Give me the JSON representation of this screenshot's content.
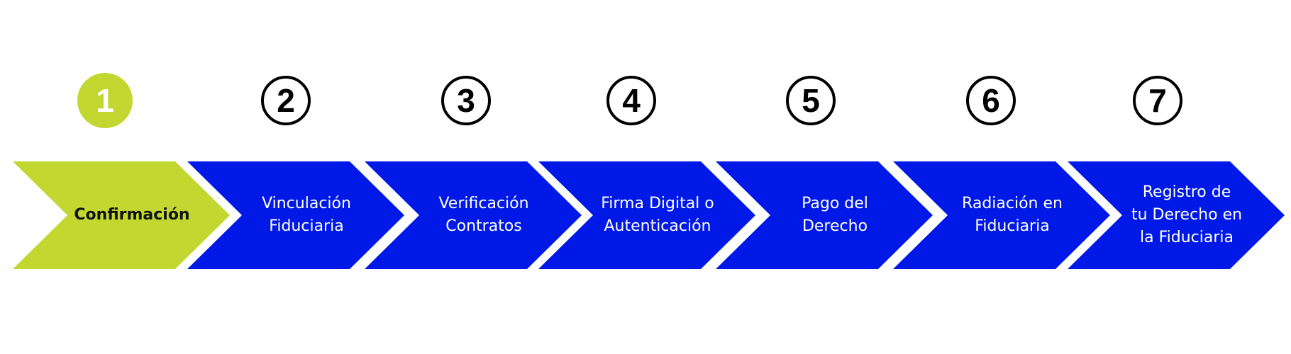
{
  "colors": {
    "active_fill": "#c2d830",
    "step_fill": "#0019e6",
    "badge_border": "#000000",
    "label_text": "#ffffff",
    "active_label_text": "#111111"
  },
  "steps": [
    {
      "number": "1",
      "label": "Confirmación",
      "active": true
    },
    {
      "number": "2",
      "label": "Vinculación\nFiduciaria",
      "active": false
    },
    {
      "number": "3",
      "label": "Verificación\nContratos",
      "active": false
    },
    {
      "number": "4",
      "label": "Firma Digital o\nAutenticación",
      "active": false
    },
    {
      "number": "5",
      "label": "Pago del\nDerecho",
      "active": false
    },
    {
      "number": "6",
      "label": "Radiación en\nFiduciaria",
      "active": false
    },
    {
      "number": "7",
      "label": "Registro de\ntu Derecho en\nla Fiduciaria",
      "active": false
    }
  ]
}
